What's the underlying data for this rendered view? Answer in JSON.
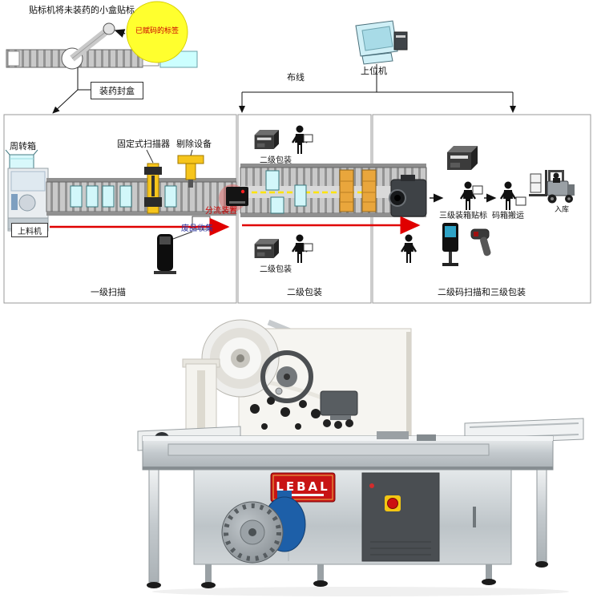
{
  "colors": {
    "arrow_red": "#e00000",
    "highlight_yellow": "#ffff2e",
    "carton_orange": "#e9a63c",
    "box_cyan": "#d2f7fa",
    "equipment_yellow": "#f6c51c",
    "brand_red": "#c81414"
  },
  "header": {
    "caption": "贴标机将未装药的小盒贴标",
    "bubble": "已赋码的标签",
    "fill_box": "装药封盒",
    "wiring": "布线",
    "host": "上位机"
  },
  "panel_scan1": {
    "title": "一级扫描",
    "turnover_box": "周转箱",
    "fixed_scanner": "固定式扫描器",
    "rejector": "剔除设备",
    "feeder": "上料机",
    "diverter": "分流装置",
    "waste_collect": "废品收集"
  },
  "panel_pack2": {
    "title": "二级包装",
    "pack_top": "二级包装",
    "pack_bottom": "二级包装"
  },
  "panel_scan3": {
    "title": "二级码扫描和三级包装",
    "case_label": "三级装箱贴标",
    "palletize": "码箱搬运",
    "warehouse": "入库"
  },
  "machine": {
    "brand": "LEBAL"
  }
}
